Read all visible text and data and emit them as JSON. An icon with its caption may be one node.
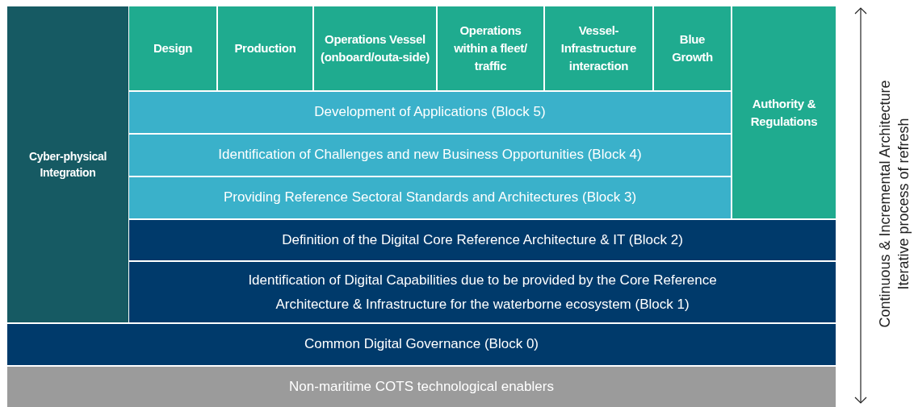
{
  "diagram": {
    "nodes": [
      {
        "text": [
          "Cyber-physical Integration"
        ]
      },
      {
        "text": [
          "Design"
        ]
      },
      {
        "text": [
          "Production"
        ]
      },
      {
        "text": [
          "Operations Vessel (onboard/outa-side)"
        ]
      },
      {
        "text": [
          "Operations within a fleet/ traffic"
        ]
      },
      {
        "text": [
          "Vessel-Infrastructure interaction"
        ]
      },
      {
        "text": [
          "Blue Growth"
        ]
      },
      {
        "text": [
          "Authority & Regulations"
        ]
      },
      {
        "text": [
          "Development of Applications (Block 5)"
        ]
      },
      {
        "text": [
          "Identification of Challenges and new Business Opportunities (Block 4)"
        ]
      },
      {
        "text": [
          "Providing Reference Sectoral Standards and Architectures (Block 3)"
        ]
      },
      {
        "text": [
          "Definition of the Digital Core Reference Architecture & IT (Block 2)"
        ]
      },
      {
        "text": [
          "Identification of Digital Capabilities due to be provided by the Core Reference Architecture & Infrastructure for the waterborne ecosystem (Block 1)"
        ]
      },
      {
        "text": [
          "Common Digital Governance (Block 0)"
        ]
      },
      {
        "text": [
          "Non-maritime COTS technological enablers"
        ]
      }
    ],
    "labels": [
      "Continuous & Incremental Architecture",
      "Iterative process of refresh"
    ]
  }
}
